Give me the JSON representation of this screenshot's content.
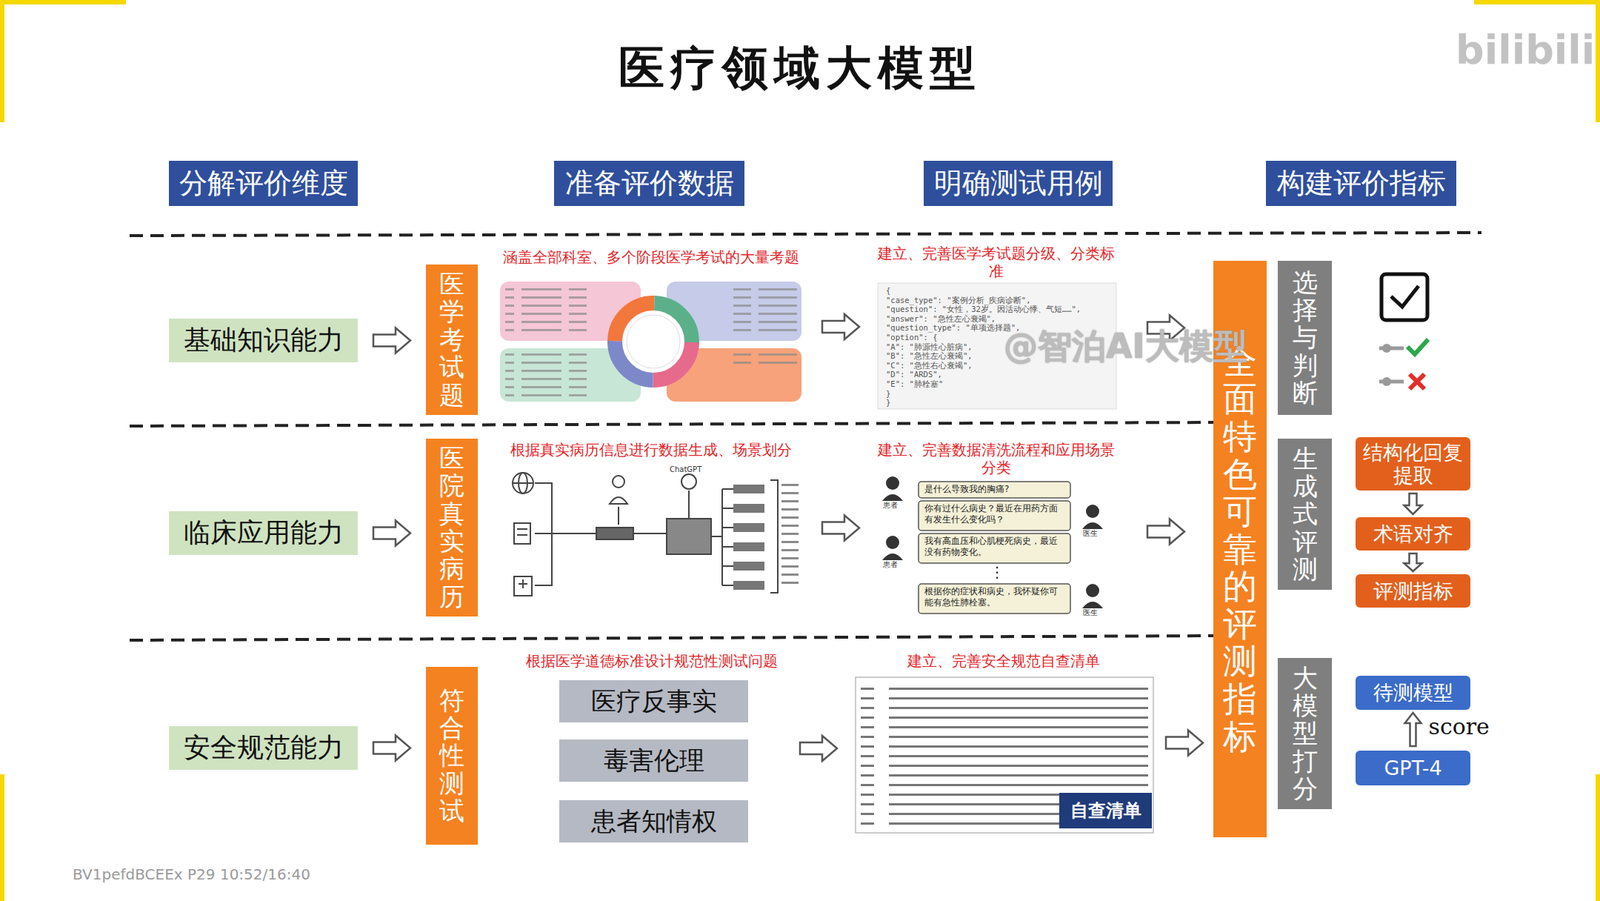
{
  "diagram": {
    "title": "医疗领域大模型",
    "nodes": [
      {
        "text": [
          "分解评价维度"
        ]
      },
      {
        "text": [
          "准备评价数据"
        ]
      },
      {
        "text": [
          "明确测试用例"
        ]
      },
      {
        "text": [
          "构建评价指标"
        ]
      },
      {
        "text": [
          "基础知识能力"
        ]
      },
      {
        "text": [
          "医学考试题"
        ]
      },
      {
        "text": [
          "涵盖全部科室、多个阶段医学考试的大量考题"
        ]
      },
      {
        "text": [
          "建立、完善医学考试题分级、分类标准"
        ]
      },
      {
        "text": [
          "临床应用能力"
        ]
      },
      {
        "text": [
          "医院真实病历"
        ]
      },
      {
        "text": [
          "根据真实病历信息进行数据生成、场景划分"
        ]
      },
      {
        "text": [
          "建立、完善数据清洗流程和应用场景分类"
        ]
      },
      {
        "text": [
          "安全规范能力"
        ]
      },
      {
        "text": [
          "符合性测试"
        ]
      },
      {
        "text": [
          "根据医学道德标准设计规范性测试问题"
        ]
      },
      {
        "text": [
          "医疗反事实"
        ],
        "in": 14
      },
      {
        "text": [
          "毒害伦理"
        ],
        "in": 14
      },
      {
        "text": [
          "患者知情权"
        ],
        "in": 14
      },
      {
        "text": [
          "建立、完善安全规范自查清单"
        ]
      },
      {
        "text": [
          "自查清单"
        ],
        "in": 18
      },
      {
        "text": [
          "全面特色可靠的评测指标"
        ]
      },
      {
        "text": [
          "选择与判断"
        ]
      },
      {
        "text": [
          "生成式评测"
        ]
      },
      {
        "text": [
          "结构化回复提取"
        ]
      },
      {
        "text": [
          "术语对齐"
        ]
      },
      {
        "text": [
          "评测指标"
        ]
      },
      {
        "text": [
          "大模型打分"
        ]
      },
      {
        "text": [
          "待测模型"
        ]
      },
      {
        "text": [
          "GPT-4"
        ]
      }
    ],
    "edges": [
      {
        "from": 4,
        "to": 5,
        "arrow": "to"
      },
      {
        "from": 6,
        "to": 7,
        "arrow": "to"
      },
      {
        "from": 7,
        "to": 20,
        "arrow": "to"
      },
      {
        "from": 8,
        "to": 9,
        "arrow": "to"
      },
      {
        "from": 10,
        "to": 11,
        "arrow": "to"
      },
      {
        "from": 11,
        "to": 20,
        "arrow": "to"
      },
      {
        "from": 12,
        "to": 13,
        "arrow": "to"
      },
      {
        "from": 14,
        "to": 18,
        "arrow": "to"
      },
      {
        "from": 18,
        "to": 20,
        "arrow": "to"
      },
      {
        "from": 23,
        "to": 24,
        "arrow": "to"
      },
      {
        "from": 24,
        "to": 25,
        "arrow": "to"
      },
      {
        "from": 28,
        "to": 27,
        "label": "score",
        "arrow": "to"
      }
    ],
    "labels": [
      "@智泊AI大模型",
      "bilibili",
      "BV1pefdBCEEx P29 10:52/16:40",
      "{",
      "\"case_type\": \"案例分析_疾病诊断\",",
      "\"question\": \"女性，32岁。因活动心悸、气短……\",",
      "\"answer\": \"急性左心衰竭\",",
      "\"question_type\": \"单项选择题\",",
      "\"option\": {",
      "\"A\": \"肺源性心脏病\",",
      "\"B\": \"急性左心衰竭\",",
      "\"C\": \"急性右心衰竭\",",
      "\"D\": \"ARDS\",",
      "\"E\": \"肺栓塞\"",
      "}",
      "}",
      "ChatGPT",
      "是什么导致我的胸痛?",
      "你有过什么病史？最近在用药方面有发生什么变化吗？",
      "我有高血压和心肌梗死病史，最近没有药物变化。",
      "⋮",
      "根据你的症状和病史，我怀疑你可能有急性肺栓塞。",
      "患者",
      "患者",
      "医生",
      "医生"
    ]
  }
}
